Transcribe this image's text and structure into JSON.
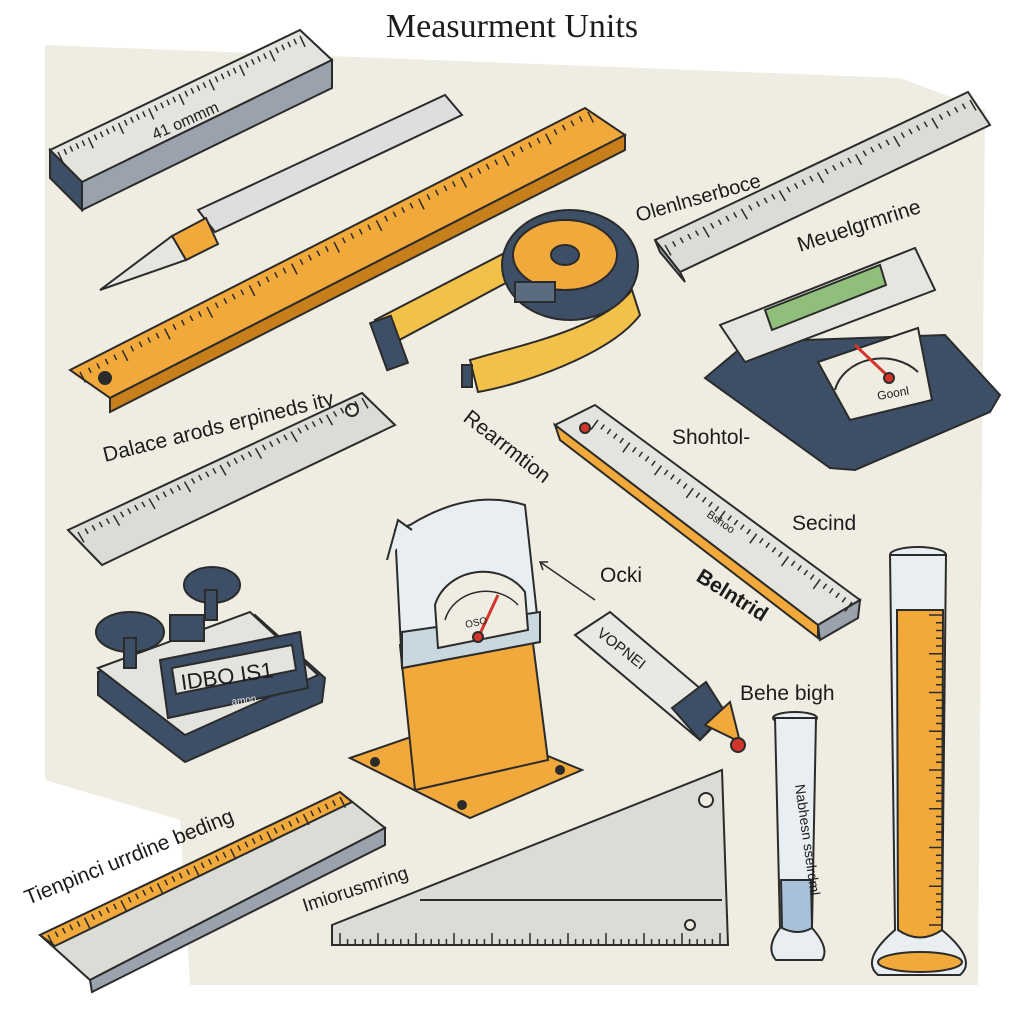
{
  "title": "Measurment Units",
  "colors": {
    "background_panel": "#efede2",
    "ruler_gray": "#dcdcd6",
    "ruler_orange": "#f2a93b",
    "dark_blue": "#3d4f66",
    "outline": "#2b2b2b",
    "screen_green": "#8fbf7a",
    "needle_red": "#d2352b",
    "glass": "#e8eef1"
  },
  "labels": {
    "top_ruler": "41 ommm",
    "tape_top": "Olenlnserboce",
    "ruler_right": "Meuelgrmrine",
    "ruler_orange": "Dalace arods erpineds ity",
    "center": "Rearrmtion",
    "thermometer": "Shohtol-",
    "second": "Secind",
    "ocki": "Ocki",
    "belntrid": "Belntrid",
    "beaker_dial": "OSO",
    "digital_scale_display": "IDBO IS1",
    "digital_scale_sub": "amon",
    "scale_dial": "Goonl",
    "thermo_marks": "Bshoo",
    "cylinder": "VOPNEI",
    "behe": "Behe bigh",
    "tube": "Nabhesn sselrdml",
    "bottom_left": "Tienpinci urrdine beding",
    "bottom_ruler": "Imiorusmring"
  },
  "icons": [
    "ruler-icon",
    "tape-measure-icon",
    "kitchen-scale-icon",
    "digital-scale-icon",
    "beaker-icon",
    "thermometer-icon",
    "cylinder-icon",
    "test-tube-icon",
    "graduated-cylinder-icon",
    "triangle-ruler-icon",
    "pencil-icon"
  ]
}
